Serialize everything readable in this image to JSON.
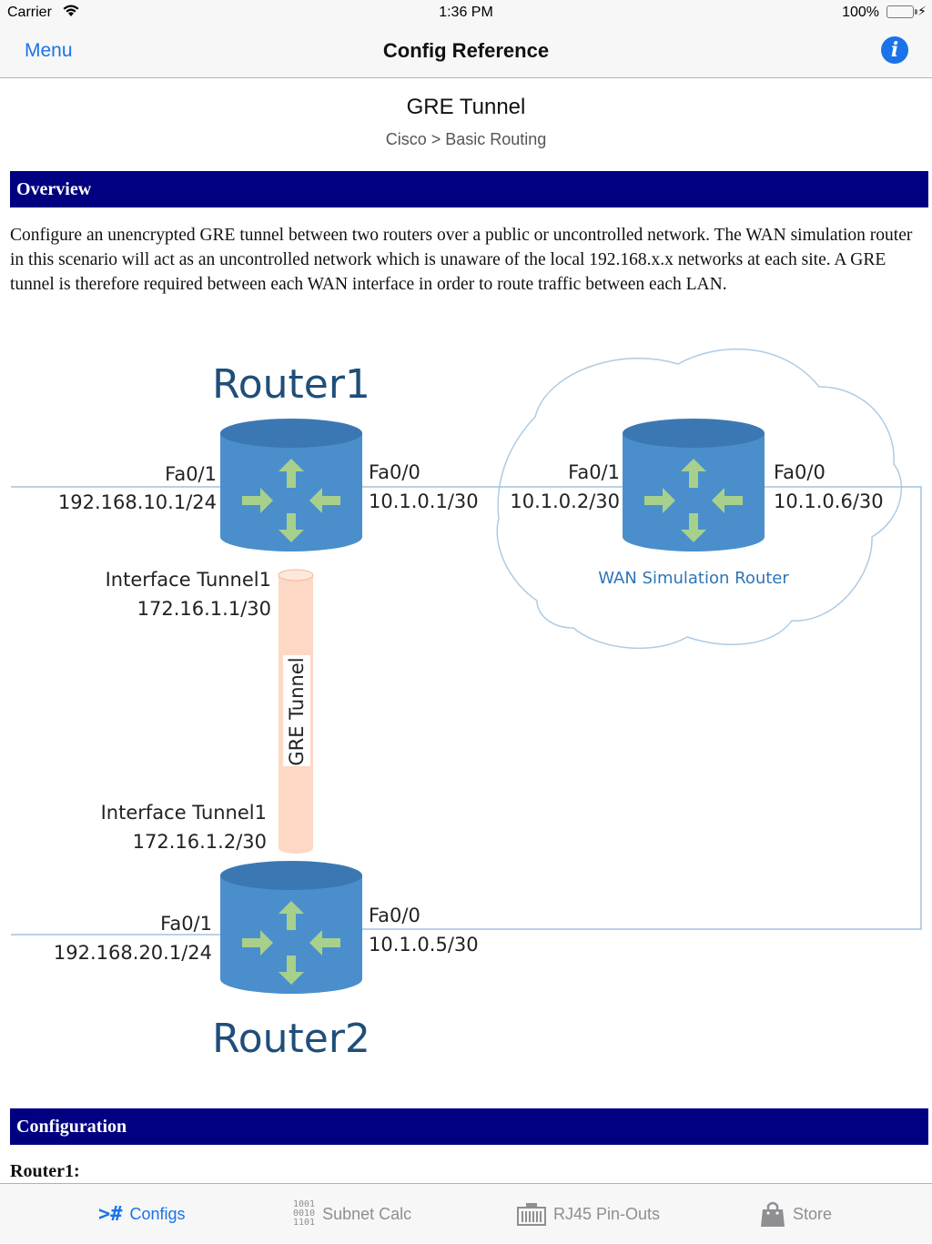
{
  "status_bar": {
    "carrier": "Carrier",
    "time": "1:36 PM",
    "battery": "100%"
  },
  "nav": {
    "menu_label": "Menu",
    "title": "Config Reference"
  },
  "document": {
    "title": "GRE Tunnel",
    "breadcrumb": "Cisco > Basic Routing",
    "overview_heading": "Overview",
    "overview_text": "Configure an unencrypted GRE tunnel between two routers over a public or uncontrolled network. The WAN simulation router in this scenario will act as an uncontrolled network which is unaware of the local 192.168.x.x networks at each site. A GRE tunnel is therefore required between each WAN interface in order to route traffic between each LAN.",
    "configuration_heading": "Configuration",
    "router1_heading": "Router1:"
  },
  "diagram": {
    "router1": {
      "name": "Router1",
      "lan_if": "Fa0/1",
      "lan_ip": "192.168.10.1/24",
      "wan_if": "Fa0/0",
      "wan_ip": "10.1.0.1/30",
      "tunnel_if": "Interface Tunnel1",
      "tunnel_ip": "172.16.1.1/30"
    },
    "router2": {
      "name": "Router2",
      "lan_if": "Fa0/1",
      "lan_ip": "192.168.20.1/24",
      "wan_if": "Fa0/0",
      "wan_ip": "10.1.0.5/30",
      "tunnel_if": "Interface Tunnel1",
      "tunnel_ip": "172.16.1.2/30"
    },
    "wan_router": {
      "name": "WAN Simulation Router",
      "left_if": "Fa0/1",
      "left_ip": "10.1.0.2/30",
      "right_if": "Fa0/0",
      "right_ip": "10.1.0.6/30"
    },
    "tunnel_label": "GRE Tunnel"
  },
  "tabs": [
    {
      "label": "Configs",
      "icon": "hash-prompt-icon",
      "active": true
    },
    {
      "label": "Subnet Calc",
      "icon": "binary-icon",
      "binary": "1001\n0010\n1101",
      "active": false
    },
    {
      "label": "RJ45 Pin-Outs",
      "icon": "rj45-icon",
      "active": false
    },
    {
      "label": "Store",
      "icon": "shopping-bag-icon",
      "active": false
    }
  ],
  "colors": {
    "accent": "#1a73e8",
    "section_bar": "#000080",
    "router_body": "#4a8fcb",
    "router_top": "#3b78b3",
    "router_arrows": "#a8d08d",
    "tunnel_fill": "#fdd8c4",
    "router_title": "#1f4e79",
    "battery": "#4cd964"
  }
}
